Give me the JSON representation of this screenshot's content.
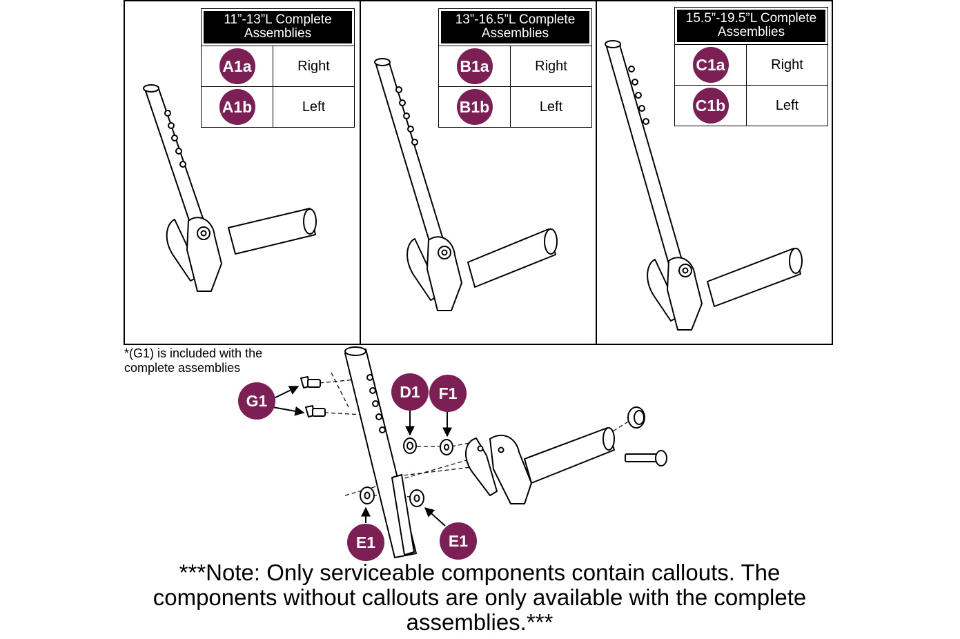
{
  "panels": [
    {
      "header": "11”-13”L Complete Assemblies",
      "rows": [
        {
          "code": "A1a",
          "side": "Right"
        },
        {
          "code": "A1b",
          "side": "Left"
        }
      ]
    },
    {
      "header": "13”-16.5”L Complete Assemblies",
      "rows": [
        {
          "code": "B1a",
          "side": "Right"
        },
        {
          "code": "B1b",
          "side": "Left"
        }
      ]
    },
    {
      "header": "15.5”-19.5”L Complete Assemblies",
      "rows": [
        {
          "code": "C1a",
          "side": "Right"
        },
        {
          "code": "C1b",
          "side": "Left"
        }
      ]
    }
  ],
  "footnote": "*(G1) is included with the complete assemblies",
  "callouts": {
    "g1": "G1",
    "d1": "D1",
    "f1": "F1",
    "e1_left": "E1",
    "e1_right": "E1"
  },
  "note": "***Note: Only serviceable components contain callouts. The components without callouts are only available with the complete assemblies.***",
  "colors": {
    "callout": "#7b1f55",
    "header_bg": "#000000"
  }
}
